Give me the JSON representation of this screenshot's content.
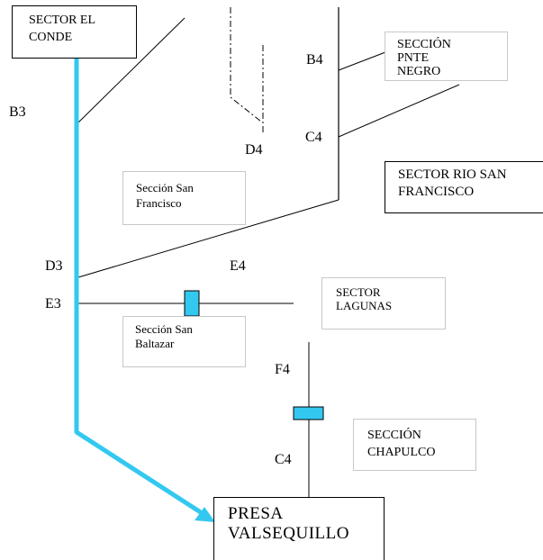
{
  "colors": {
    "channel": "#33c8f0",
    "line": "#000000",
    "gate": "#33c8f0",
    "box_border_dark": "#000000",
    "box_border_light": "#c8c8c8"
  },
  "boxes": {
    "sector_el_conde": "SECTOR EL\nCONDE",
    "seccion_pnte_negro": "SECCIÓN\nPNTE\nNEGRO",
    "sector_rio_san_francisco": "SECTOR RIO SAN\nFRANCISCO",
    "seccion_san_francisco": "Sección San\nFrancisco",
    "sector_lagunas": "SECTOR\nLAGUNAS",
    "seccion_san_baltazar": "Sección San\nBaltazar",
    "seccion_chapulco": "SECCIÓN\nCHAPULCO",
    "presa_valsequillo": "PRESA\nVALSEQUILLO"
  },
  "labels": {
    "b3": "B3",
    "b4": "B4",
    "c4_upper": "C4",
    "d4": "D4",
    "d3": "D3",
    "e4": "E4",
    "e3": "E3",
    "f4": "F4",
    "c4_lower": "C4"
  }
}
